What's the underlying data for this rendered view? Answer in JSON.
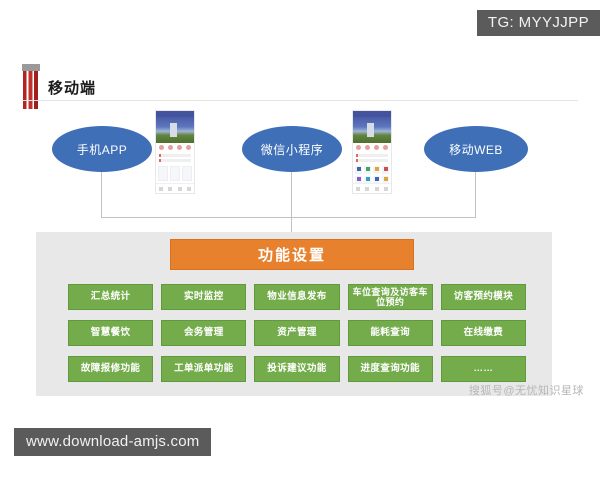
{
  "badges": {
    "tg": "TG: MYYJJPP",
    "url": "www.download-amjs.com"
  },
  "section": {
    "title": "移动端"
  },
  "channels": [
    {
      "label": "手机APP"
    },
    {
      "label": "微信小程序"
    },
    {
      "label": "移动WEB"
    }
  ],
  "hub": {
    "label": "功能设置"
  },
  "functions": {
    "rows": [
      [
        {
          "label": "汇总统计"
        },
        {
          "label": "实时监控"
        },
        {
          "label": "物业信息发布"
        },
        {
          "label": "车位查询及访客车位预约"
        },
        {
          "label": "访客预约模块"
        }
      ],
      [
        {
          "label": "智慧餐饮"
        },
        {
          "label": "会务管理"
        },
        {
          "label": "资产管理"
        },
        {
          "label": "能耗查询"
        },
        {
          "label": "在线缴费"
        }
      ],
      [
        {
          "label": "故障报修功能"
        },
        {
          "label": "工单派单功能"
        },
        {
          "label": "投诉建议功能"
        },
        {
          "label": "进度查询功能"
        },
        {
          "label": "……"
        }
      ]
    ]
  },
  "watermark": {
    "text": "搜狐号@无忧知识星球"
  },
  "colors": {
    "oval": "#3e6fb7",
    "hub": "#e8812e",
    "function": "#74ac4c",
    "panel": "#e8e8e8",
    "badge": "#5b5b5b",
    "accent_red": "#b02422"
  }
}
